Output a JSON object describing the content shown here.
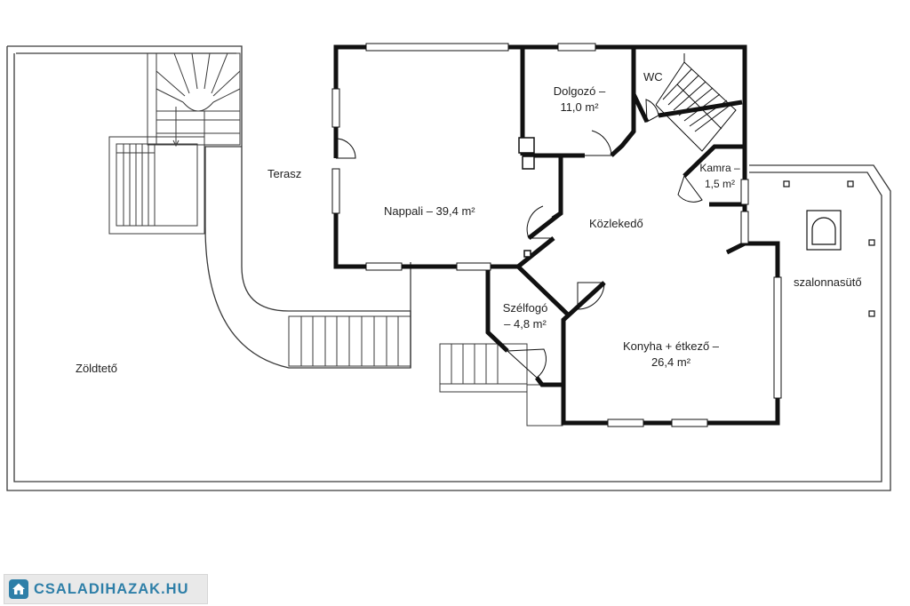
{
  "rooms": {
    "zoldteto": "Zöldtető",
    "terasz": "Terasz",
    "nappali": "Nappali – 39,4 m²",
    "dolgozo_line1": "Dolgozó –",
    "dolgozo_line2": "11,0 m²",
    "wc": "WC",
    "kamra_line1": "Kamra –",
    "kamra_line2": "1,5 m²",
    "kozlekedo": "Közlekedő",
    "szelfogo_line1": "Szélfogó",
    "szelfogo_line2": "– 4,8 m²",
    "konyha_line1": "Konyha + étkező –",
    "konyha_line2": "26,4 m²",
    "szalonnasuto": "szalonnasütő"
  },
  "watermark": {
    "brand": "CSALADIHAZAK.HU"
  },
  "colors": {
    "wall": "#111111",
    "thin_line": "#3a3a3a",
    "brand": "#2e7fa8",
    "logo_bg": "#e9e9e9"
  }
}
